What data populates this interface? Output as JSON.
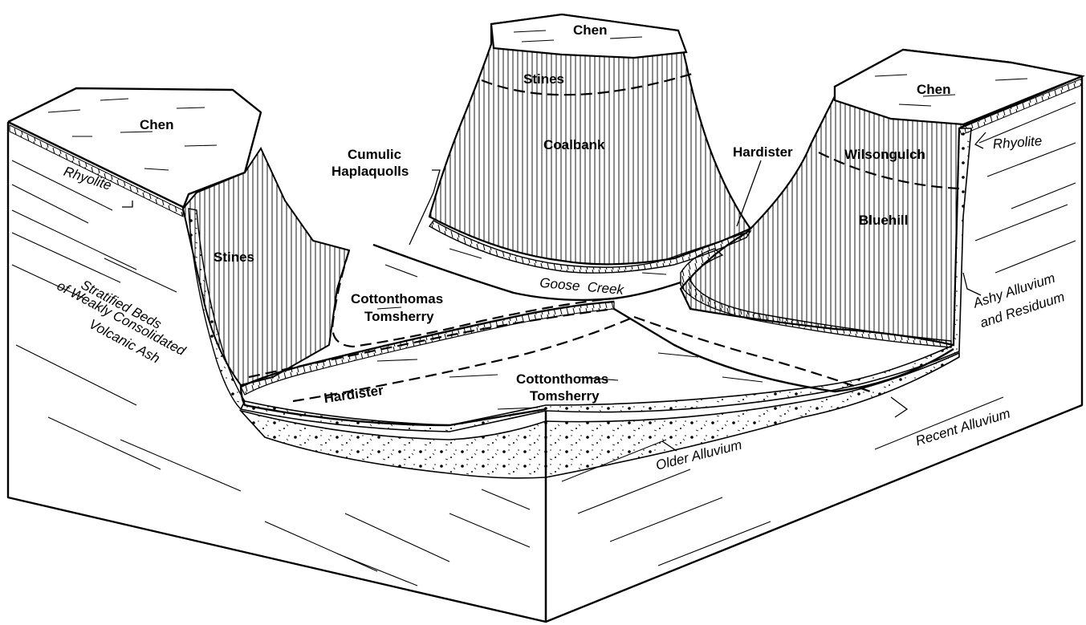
{
  "labels": {
    "chen_left": "Chen",
    "chen_center": "Chen",
    "chen_right": "Chen",
    "stines_center": "Stines",
    "stines_left": "Stines",
    "coalbank": "Coalbank",
    "cumulic_line1": "Cumulic",
    "cumulic_line2": "Haplaquolls",
    "hardister_upper": "Hardister",
    "hardister_lower": "Hardister",
    "wilsongulch": "Wilsongulch",
    "bluehill": "Bluehill",
    "rhyolite_left": "Rhyolite",
    "rhyolite_right": "Rhyolite",
    "goose_creek": "Goose  Creek",
    "cottonthomas_upper": "Cottonthomas",
    "tomsherry_upper": "Tomsherry",
    "cottonthomas_lower": "Cottonthomas",
    "tomsherry_lower": "Tomsherry",
    "stratified_line1": "Stratified Beds",
    "stratified_line2": "of Weakly Consolidated",
    "stratified_line3": "Volcanic Ash",
    "ashy_line1": "Ashy Alluvium",
    "ashy_line2": "and Residuum",
    "older_alluvium": "Older Alluvium",
    "recent_alluvium": "Recent Alluvium"
  }
}
